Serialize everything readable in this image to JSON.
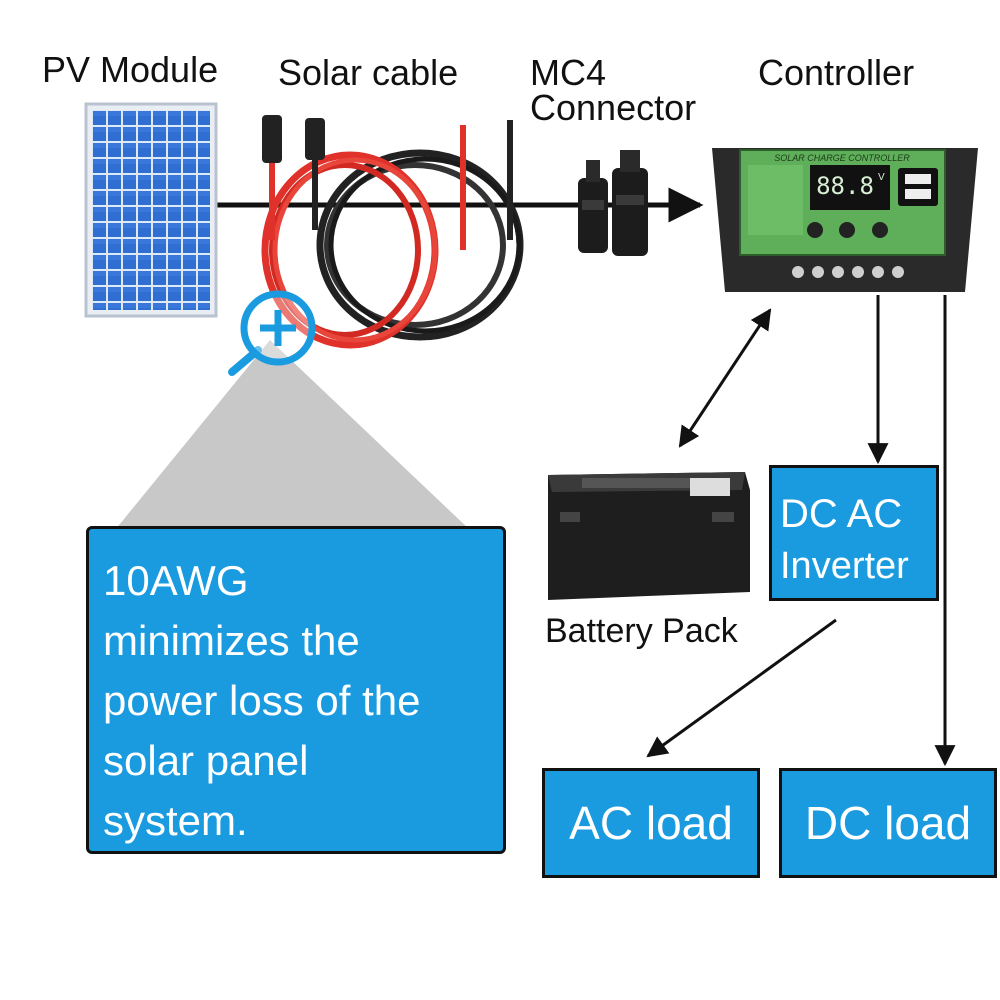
{
  "labels": {
    "pv_module": "PV Module",
    "solar_cable": "Solar cable",
    "mc4_line1": "MC4",
    "mc4_line2": "Connector",
    "controller": "Controller",
    "battery_pack": "Battery Pack"
  },
  "controller_panel": {
    "title": "SOLAR CHARGE CONTROLLER",
    "display": "88.8",
    "unit": "V"
  },
  "callout": {
    "lines": [
      "10AWG",
      "minimizes the",
      "power loss of the",
      "solar panel",
      "system."
    ]
  },
  "boxes": {
    "inverter_line1": "DC AC",
    "inverter_line2": "Inverter",
    "ac_load": "AC load",
    "dc_load": "DC load"
  },
  "colors": {
    "box_fill": "#1a9be0",
    "red_cable": "#e0322a",
    "black_cable": "#222222",
    "panel_blue": "#2f6fd1",
    "controller_green": "#5fae5a"
  }
}
